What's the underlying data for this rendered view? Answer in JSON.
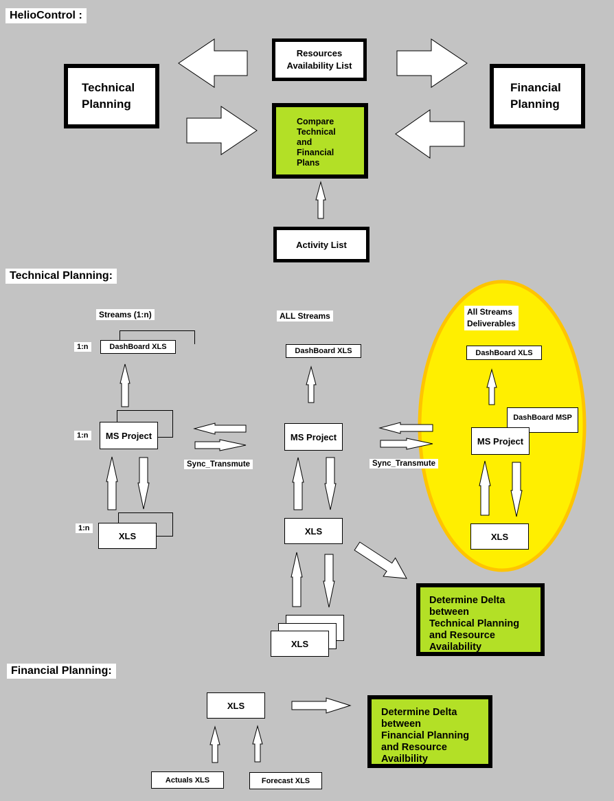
{
  "sections": {
    "heliocontrol": "HelioControl :",
    "technical": "Technical Planning:",
    "financial": "Financial Planning:"
  },
  "helio": {
    "technical_planning": "Technical Planning",
    "financial_planning": "Financial Planning",
    "resources_line1": "Resources",
    "resources_line2": "Availability List",
    "compare": [
      "Compare",
      "Technical",
      "and",
      "Financial",
      "Plans"
    ],
    "activity_list": "Activity List"
  },
  "technical": {
    "streams_col": {
      "title": "Streams (1:n)",
      "ratio": "1:n",
      "dashboard": "DashBoard XLS",
      "ms_project": "MS Project",
      "xls": "XLS"
    },
    "all_streams_col": {
      "title": "ALL Streams",
      "dashboard": "DashBoard XLS",
      "ms_project": "MS Project",
      "xls": "XLS",
      "xls_stack": "XLS"
    },
    "deliverables_col": {
      "title_line1": "All Streams",
      "title_line2": "Deliverables",
      "dashboard": "DashBoard XLS",
      "dashboard_msp": "DashBoard MSP",
      "ms_project": "MS Project",
      "xls": "XLS",
      "highlight_color": "#ffef00",
      "highlight_border": "#ffc400"
    },
    "sync_label": "Sync_Transmute",
    "delta": [
      "Determine Delta",
      "between",
      "Technical Planning",
      "and Resource",
      "Availability"
    ]
  },
  "financial": {
    "xls": "XLS",
    "actuals": "Actuals XLS",
    "forecast": "Forecast XLS",
    "delta": [
      "Determine Delta",
      "between",
      "Financial Planning",
      "and Resource",
      "Availbility"
    ]
  },
  "colors": {
    "background": "#c3c3c3",
    "green": "#b3e026"
  }
}
